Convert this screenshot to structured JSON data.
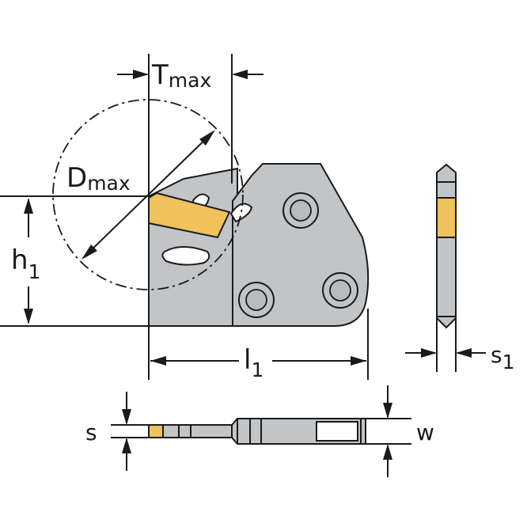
{
  "labels": {
    "t_max": {
      "main": "T",
      "sub": "max"
    },
    "d_max": {
      "main": "D",
      "sub": "max"
    },
    "h1": {
      "main": "h",
      "sub": "1"
    },
    "l1": {
      "main": "l",
      "sub": "1"
    },
    "s1": {
      "main": "s",
      "sub": "1"
    },
    "s": "s",
    "w": "w"
  },
  "colors": {
    "body": "#c2c5c8",
    "insert": "#f0c25c",
    "line": "#1a1a1a",
    "background": "#ffffff"
  }
}
